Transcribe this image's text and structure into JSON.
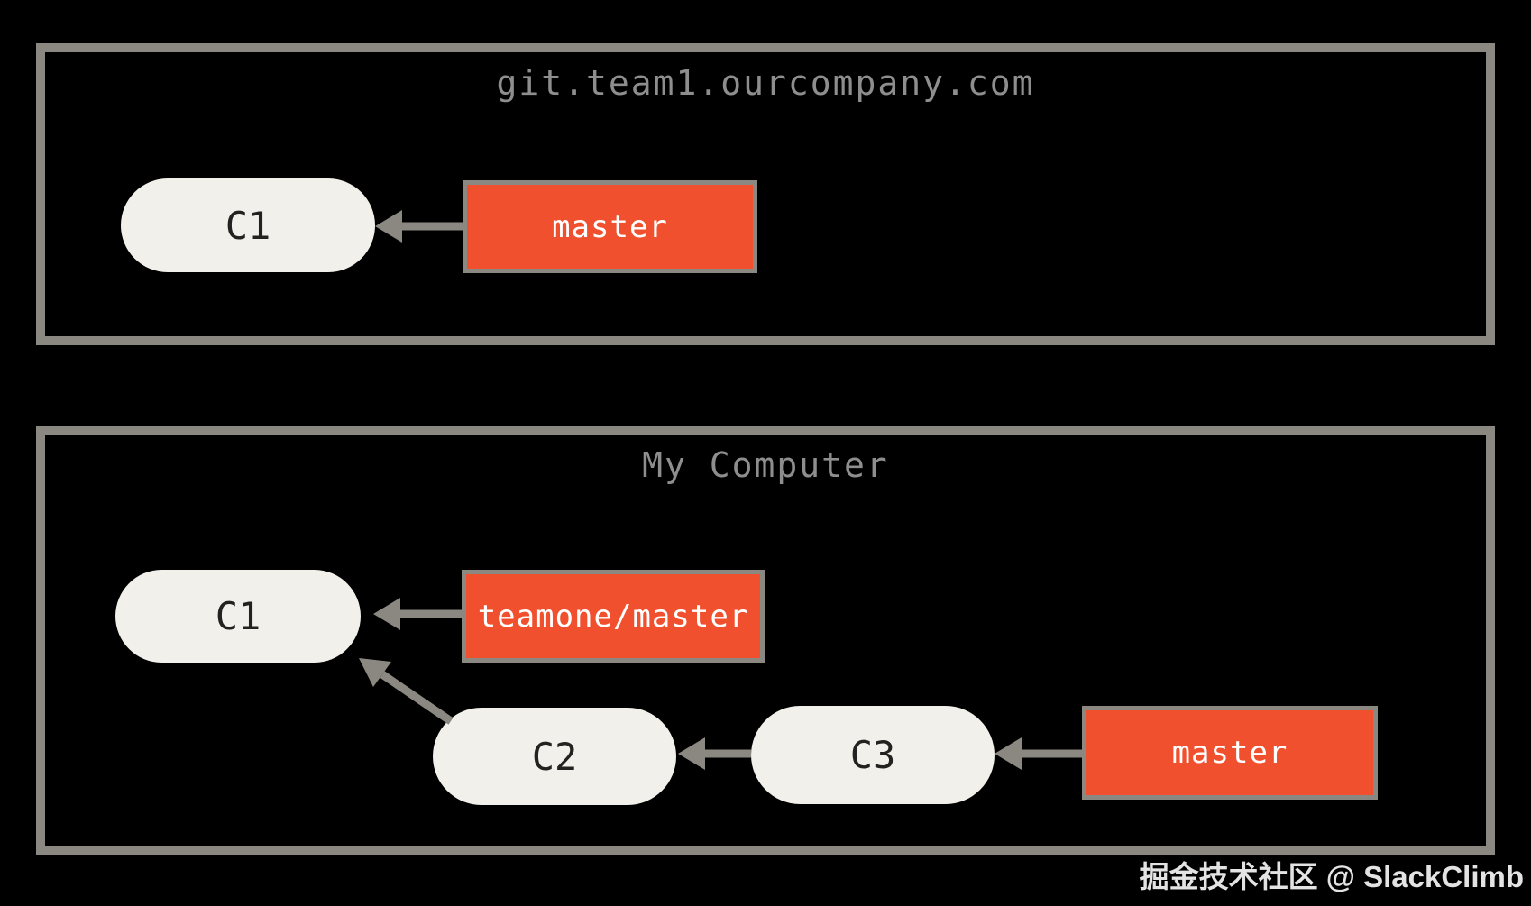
{
  "colors": {
    "background": "#000000",
    "repo_box_border": "#8a8880",
    "commit_node_fill": "#f2f0ea",
    "commit_node_text": "#222220",
    "branch_box_fill": "#f0502e",
    "branch_box_border": "#8a8880",
    "branch_box_text": "#ffffff",
    "title_text": "#8e8e8e",
    "arrow": "#8a8880",
    "watermark_text": "#e3e3e3"
  },
  "remote_repo": {
    "title": "git.team1.ourcompany.com",
    "commits": [
      {
        "id": "C1"
      }
    ],
    "branches": [
      {
        "label": "master"
      }
    ],
    "edges": [
      {
        "from": "master",
        "to": "C1"
      }
    ]
  },
  "local_repo": {
    "title": "My Computer",
    "commits": [
      {
        "id": "C1"
      },
      {
        "id": "C2"
      },
      {
        "id": "C3"
      }
    ],
    "branches": [
      {
        "label": "teamone/master"
      },
      {
        "label": "master"
      }
    ],
    "edges": [
      {
        "from": "teamone/master",
        "to": "C1"
      },
      {
        "from": "C2",
        "to": "C1"
      },
      {
        "from": "C3",
        "to": "C2"
      },
      {
        "from": "master",
        "to": "C3"
      }
    ]
  },
  "watermark": {
    "text": "掘金技术社区 @ SlackClimb"
  }
}
